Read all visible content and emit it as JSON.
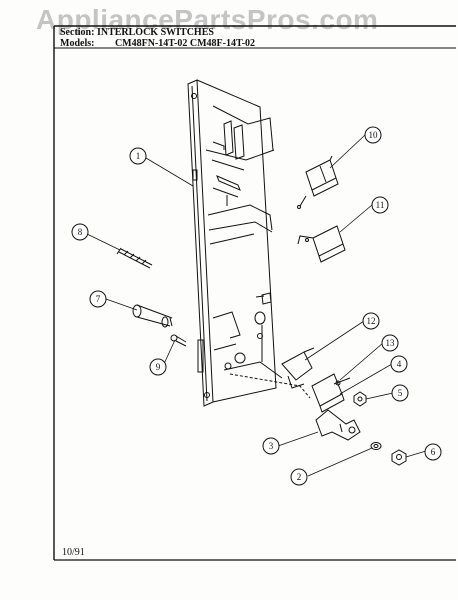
{
  "watermark": "AppliancePartsPros.com",
  "header": {
    "section_label": "Section:",
    "section_value": "INTERLOCK SWITCHES",
    "models_label": "Models:",
    "models_value": "CM48FN-14T-02  CM48F-14T-02"
  },
  "footer": {
    "date": "10/91"
  },
  "callouts": [
    "1",
    "2",
    "3",
    "4",
    "5",
    "6",
    "7",
    "8",
    "9",
    "10",
    "11",
    "12",
    "13"
  ],
  "colors": {
    "ink": "#111111",
    "paper": "#fdfdfc",
    "watermark": "#969696"
  }
}
